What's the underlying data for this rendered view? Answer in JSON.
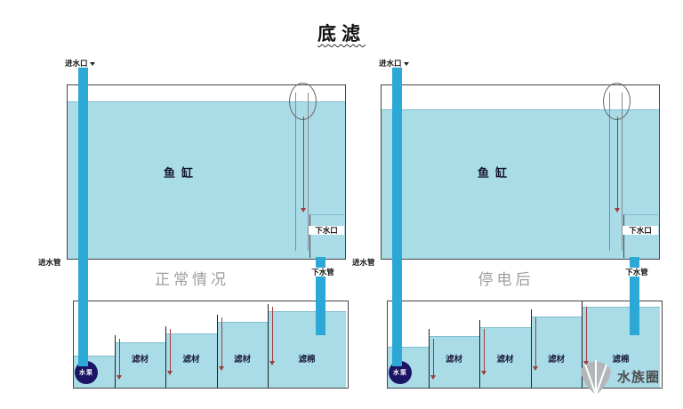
{
  "title": "底滤",
  "watermark": "水族圈",
  "colors": {
    "water": "#aadce8",
    "pipe": "#2ba8d5",
    "pump": "#1b1464",
    "flow_arrow": "#9c3f3f",
    "caption_gray": "#9e9e9e"
  },
  "diagrams": [
    {
      "caption": "正常情况",
      "tank_label": "鱼缸",
      "inlet_top_label": "进水口",
      "inlet_pipe_label": "进水管",
      "drain_top_label": "下水口",
      "drain_pipe_label": "下水管",
      "pump_label": "水泵",
      "chambers": [
        "滤材",
        "滤材",
        "滤材",
        "滤棉"
      ]
    },
    {
      "caption": "停电后",
      "tank_label": "鱼缸",
      "inlet_top_label": "进水口",
      "inlet_pipe_label": "进水管",
      "drain_top_label": "下水口",
      "drain_pipe_label": "下水管",
      "pump_label": "水泵",
      "chambers": [
        "滤材",
        "滤材",
        "滤材",
        "滤棉"
      ]
    }
  ]
}
